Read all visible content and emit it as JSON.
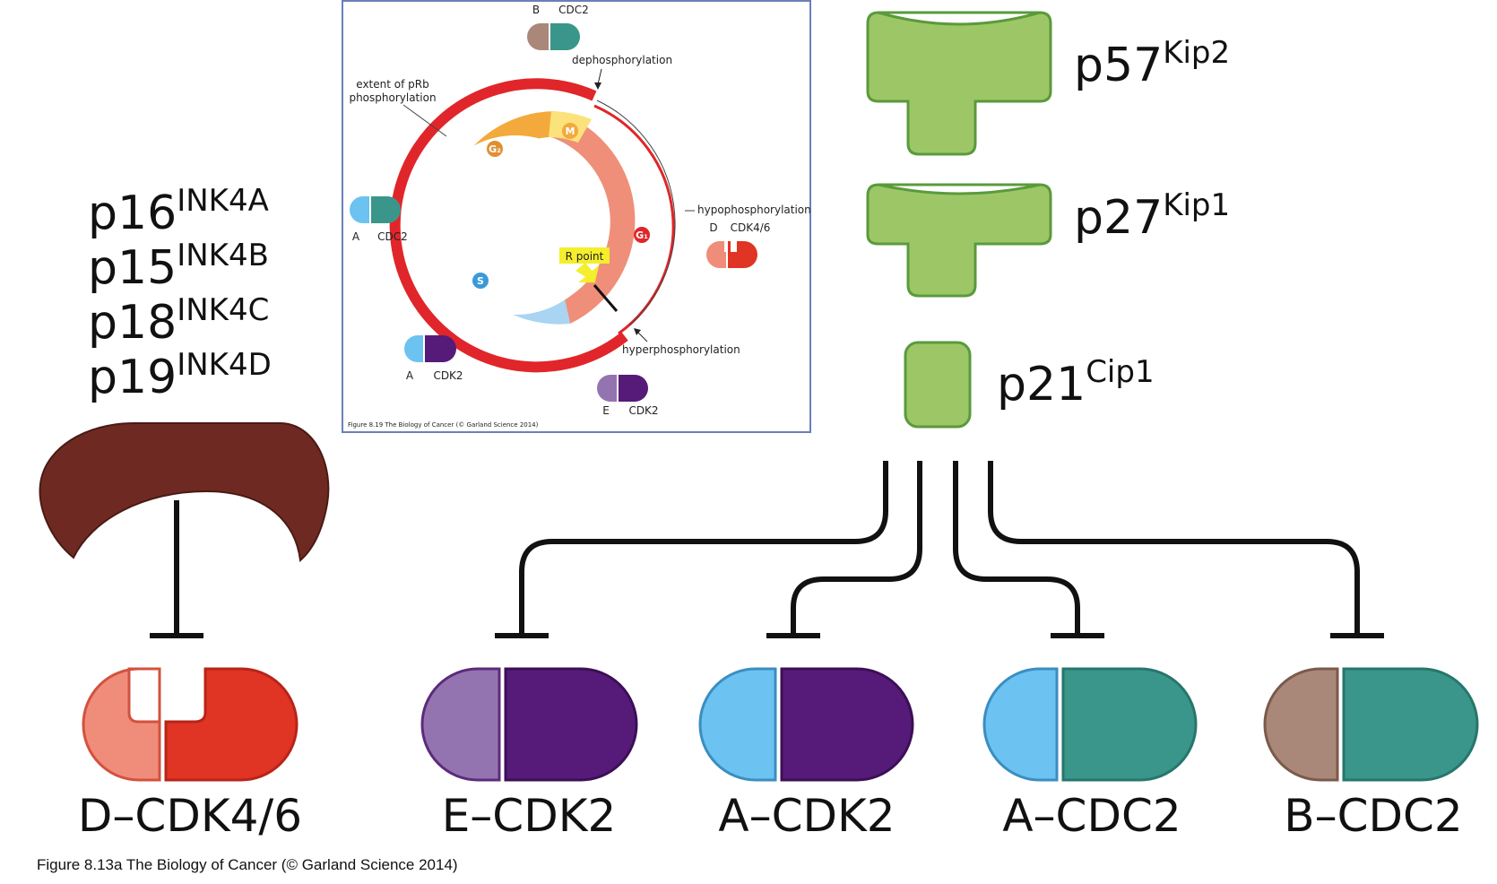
{
  "inhibitors_ink4": [
    {
      "base": "p16",
      "sup": "INK4A"
    },
    {
      "base": "p15",
      "sup": "INK4B"
    },
    {
      "base": "p18",
      "sup": "INK4C"
    },
    {
      "base": "p19",
      "sup": "INK4D"
    }
  ],
  "inhibitors_cip_kip": [
    {
      "base": "p57",
      "sup": "Kip2"
    },
    {
      "base": "p27",
      "sup": "Kip1"
    },
    {
      "base": "p21",
      "sup": "Cip1"
    }
  ],
  "complexes": [
    "D–CDK4/6",
    "E–CDK2",
    "A–CDK2",
    "A–CDC2",
    "B–CDC2"
  ],
  "caption": "Figure 8.13a The Biology of Cancer (© Garland Science 2014)",
  "inset": {
    "caption": "Figure 8.19 The Biology of Cancer (© Garland Science 2014)",
    "labels": {
      "extent": "extent of pRb",
      "extent2": "phosphorylation",
      "dephos": "dephosphorylation",
      "hypo": "hypophosphorylation",
      "hyper": "hyperphosphorylation",
      "rpoint": "R point"
    },
    "phases": {
      "m": "M",
      "g1": "G₁",
      "s": "S",
      "g2": "G₂"
    },
    "cyclins": {
      "top": {
        "a": "B",
        "b": "CDC2"
      },
      "left": {
        "a": "A",
        "b": "CDC2"
      },
      "right": {
        "a": "D",
        "b": "CDK4/6"
      },
      "bottom_left": {
        "a": "A",
        "b": "CDK2"
      },
      "bottom": {
        "a": "E",
        "b": "CDK2"
      }
    }
  },
  "colors": {
    "green": "#9dc766",
    "green_stroke": "#5a9a3c",
    "brown": "#6e2a22",
    "d_light": "#f08c7a",
    "d_dark": "#e03424",
    "e_light": "#9474b0",
    "purple": "#561b78",
    "a_light": "#6cc2f0",
    "teal": "#3a968a",
    "b_light": "#a9887a"
  }
}
